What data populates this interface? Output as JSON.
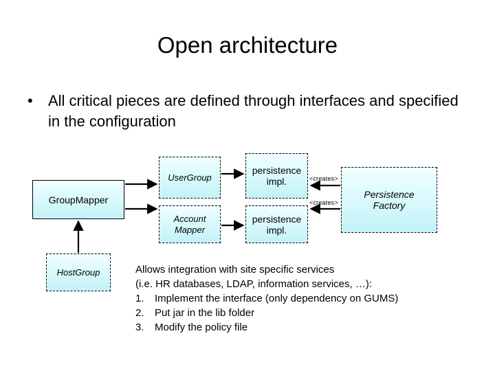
{
  "slide": {
    "title": "Open architecture"
  },
  "bullet": {
    "marker": "•",
    "text": "All critical pieces are defined through interfaces and specified in the configuration"
  },
  "diagram": {
    "nodes": [
      {
        "id": "groupmapper",
        "label": "GroupMapper",
        "border": "solid",
        "style": "normal"
      },
      {
        "id": "usergroup",
        "label": "UserGroup",
        "border": "dashed",
        "style": "italic"
      },
      {
        "id": "accountmapper",
        "label": "Account\nMapper",
        "border": "dashed",
        "style": "italic"
      },
      {
        "id": "persist-1",
        "label": "persistence\nimpl.",
        "border": "dashed",
        "style": "normal"
      },
      {
        "id": "persist-2",
        "label": "persistence\nimpl.",
        "border": "dashed",
        "style": "normal"
      },
      {
        "id": "factory",
        "label": "Persistence\nFactory",
        "border": "dashed",
        "style": "italic"
      },
      {
        "id": "hostgroup",
        "label": "HostGroup",
        "border": "dashed",
        "style": "italic"
      }
    ],
    "edge_labels": [
      {
        "id": "creates-1",
        "text": "<creates>"
      },
      {
        "id": "creates-2",
        "text": "<creates>"
      }
    ]
  },
  "note": {
    "lines": [
      "Allows integration with site specific services",
      "(i.e. HR databases, LDAP, information services, …):"
    ],
    "numbered": [
      {
        "num": "1.",
        "text": "Implement the interface (only dependency on GUMS)"
      },
      {
        "num": "2.",
        "text": "Put jar in the lib folder"
      },
      {
        "num": "3.",
        "text": "Modify the policy file"
      }
    ]
  },
  "colors": {
    "node_fill_top": "#f2feff",
    "node_fill_bottom": "#c3f2f8",
    "stroke": "#000000",
    "background": "#ffffff"
  }
}
